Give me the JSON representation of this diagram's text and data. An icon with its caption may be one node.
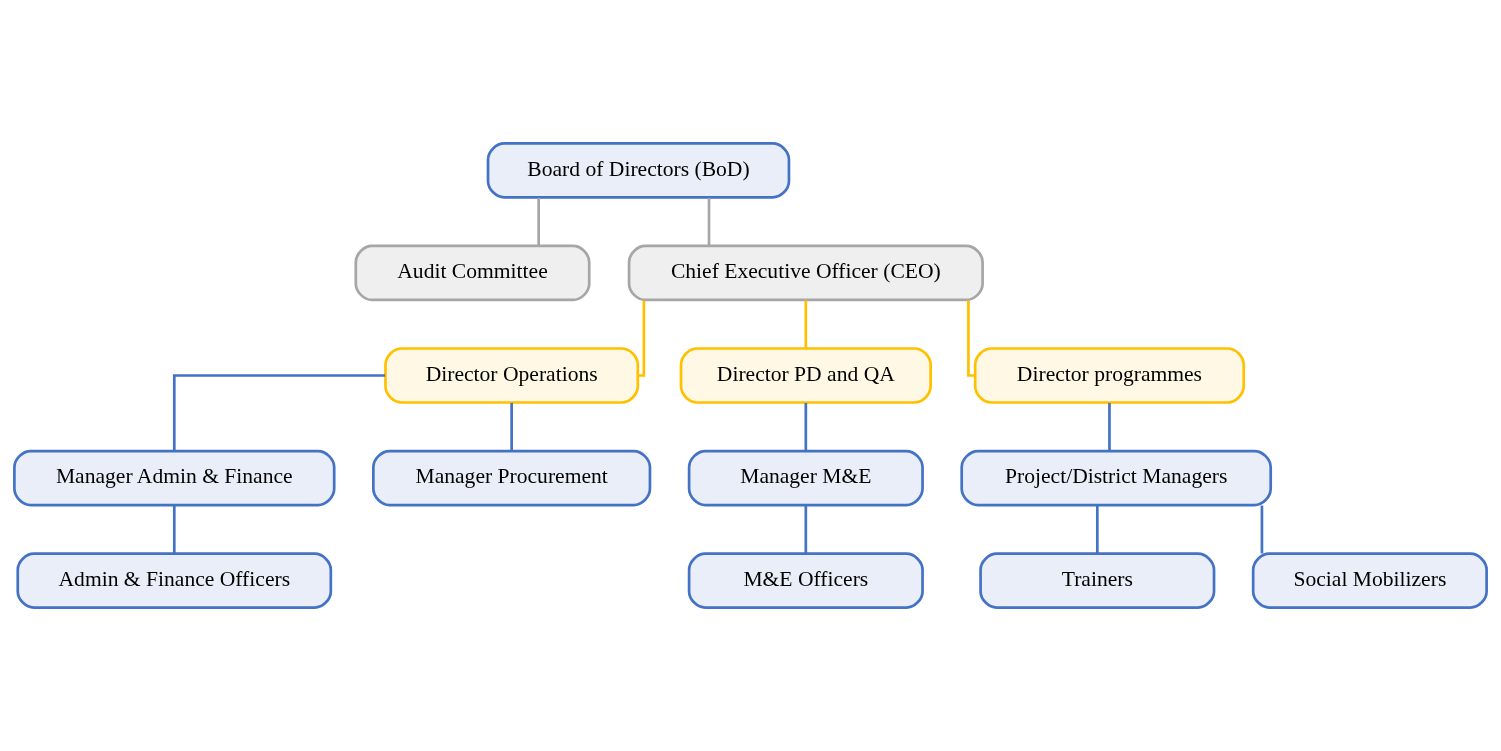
{
  "diagram": {
    "nodes": [
      {
        "text": [
          "Board of Directors (BoD)"
        ]
      },
      {
        "text": [
          "Audit Committee"
        ]
      },
      {
        "text": [
          "Chief Executive Officer (CEO)"
        ]
      },
      {
        "text": [
          "Director Operations"
        ]
      },
      {
        "text": [
          "Director PD and QA"
        ]
      },
      {
        "text": [
          "Director programmes"
        ]
      },
      {
        "text": [
          "Manager Admin & Finance"
        ]
      },
      {
        "text": [
          "Manager Procurement"
        ]
      },
      {
        "text": [
          "Admin & Finance Officers"
        ]
      },
      {
        "text": [
          "Manager M&E"
        ]
      },
      {
        "text": [
          "M&E Officers"
        ]
      },
      {
        "text": [
          "Project/District Managers"
        ]
      },
      {
        "text": [
          "Trainers"
        ]
      },
      {
        "text": [
          "Social Mobilizers"
        ]
      }
    ],
    "edges": [
      {
        "from": 0,
        "to": 1,
        "arrow": "none",
        "color": "#a6a6a6"
      },
      {
        "from": 0,
        "to": 2,
        "arrow": "none",
        "color": "#a6a6a6"
      },
      {
        "from": 2,
        "to": 3,
        "arrow": "none",
        "color": "#ffc000"
      },
      {
        "from": 2,
        "to": 4,
        "arrow": "none",
        "color": "#ffc000"
      },
      {
        "from": 2,
        "to": 5,
        "arrow": "none",
        "color": "#ffc000"
      },
      {
        "from": 3,
        "to": 6,
        "arrow": "none"
      },
      {
        "from": 3,
        "to": 7,
        "arrow": "none"
      },
      {
        "from": 6,
        "to": 8,
        "arrow": "none"
      },
      {
        "from": 4,
        "to": 9,
        "arrow": "none"
      },
      {
        "from": 9,
        "to": 10,
        "arrow": "none"
      },
      {
        "from": 5,
        "to": 11,
        "arrow": "none"
      },
      {
        "from": 11,
        "to": 12,
        "arrow": "none"
      },
      {
        "from": 11,
        "to": 13,
        "arrow": "none"
      }
    ]
  }
}
